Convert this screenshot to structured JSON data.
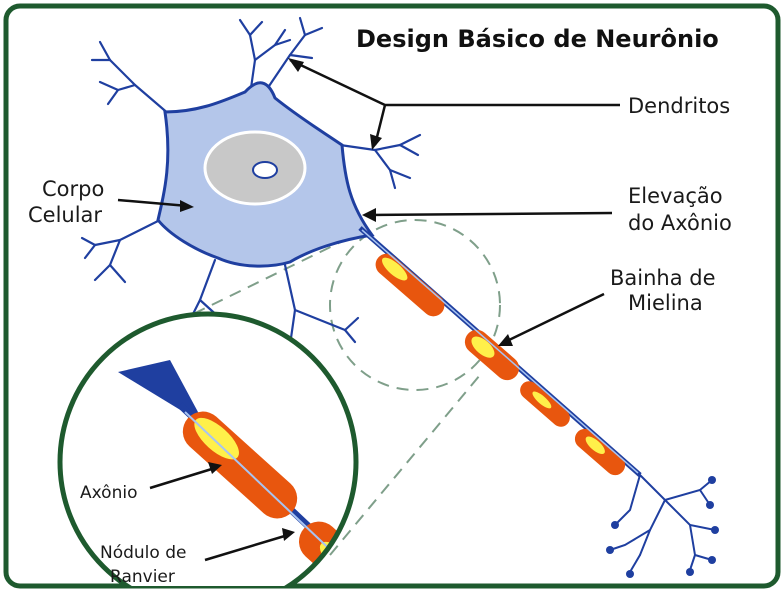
{
  "title": "Design Básico de Neurônio",
  "labels": {
    "dendrites": "Dendritos",
    "cell_body_line1": "Corpo",
    "cell_body_line2": "Celular",
    "axon_hillock_line1": "Elevação",
    "axon_hillock_line2": "do Axônio",
    "myelin_line1": "Bainha de",
    "myelin_line2": "Mielina",
    "axon": "Axônio",
    "node_line1": "Nódulo de",
    "node_line2": "Ranvier"
  },
  "colors": {
    "frame": "#1e5a2e",
    "neuron_outline": "#1f3fa0",
    "cell_body_fill": "#b4c6ea",
    "nucleus_fill": "#c8c8c8",
    "myelin_outer": "#e8560e",
    "myelin_inner": "#fff04a",
    "zoom_circle": "#1e5a2e"
  }
}
